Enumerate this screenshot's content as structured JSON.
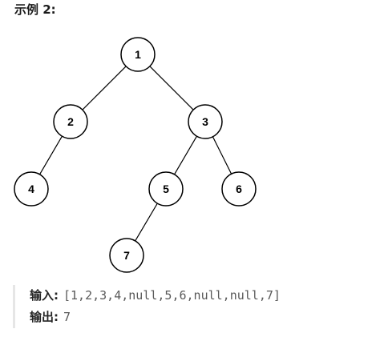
{
  "example_title": "示例 2:",
  "tree": {
    "nodes": [
      {
        "id": "n1",
        "label": "1"
      },
      {
        "id": "n2",
        "label": "2"
      },
      {
        "id": "n3",
        "label": "3"
      },
      {
        "id": "n4",
        "label": "4"
      },
      {
        "id": "n5",
        "label": "5"
      },
      {
        "id": "n6",
        "label": "6"
      },
      {
        "id": "n7",
        "label": "7"
      }
    ],
    "edges": [
      [
        "n1",
        "n2"
      ],
      [
        "n1",
        "n3"
      ],
      [
        "n2",
        "n4"
      ],
      [
        "n3",
        "n5"
      ],
      [
        "n3",
        "n6"
      ],
      [
        "n5",
        "n7"
      ]
    ]
  },
  "io": {
    "input_label": "输入:",
    "input_value": "[1,2,3,4,null,5,6,null,null,7]",
    "output_label": "输出:",
    "output_value": "7"
  },
  "colors": {
    "node_stroke": "#000000",
    "node_fill": "#ffffff",
    "edge": "#000000",
    "quote_bar": "#e6e6e6"
  }
}
